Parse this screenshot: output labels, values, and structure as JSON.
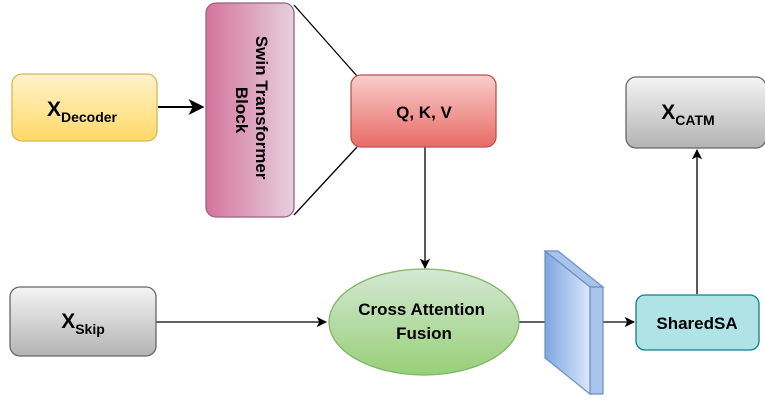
{
  "nodes": {
    "x_decoder": {
      "main": "X",
      "sub": "Decoder"
    },
    "swin_block": {
      "line1": "Swin Transformer",
      "line2": "Block"
    },
    "qkv": {
      "label": "Q, K, V"
    },
    "x_catm": {
      "main": "X",
      "sub": "CATM"
    },
    "x_skip": {
      "main": "X",
      "sub": "Skip"
    },
    "cross_attention": {
      "line1": "Cross Attention",
      "line2": "Fusion"
    },
    "shared_sa": {
      "label": "SharedSA"
    }
  },
  "colors": {
    "x_decoder_fill": "#fff2cc",
    "swin_fill": "#e6a0c4",
    "qkv_fill": "#f8cecc",
    "x_catm_fill": "#f5f5f5",
    "x_skip_fill": "#f5f5f5",
    "cross_attention_fill": "#d5e8d4",
    "shared_sa_fill": "#b0e3e6",
    "feature_map_fill": "#dae8fc"
  }
}
